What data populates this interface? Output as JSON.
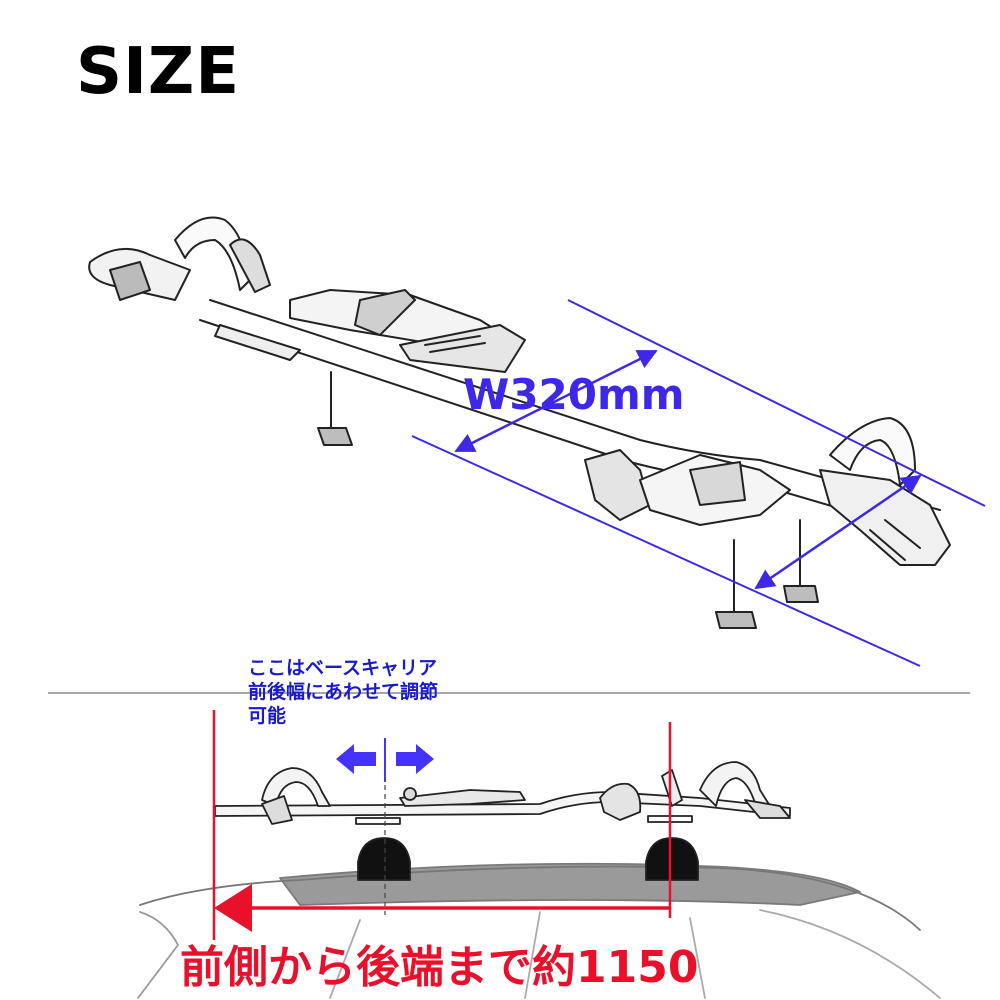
{
  "title": "SIZE",
  "width_label": "W320mm",
  "note": {
    "lines": [
      "ここはベースキャリア",
      "前後幅にあわせて調節",
      "可能"
    ]
  },
  "bottom_label": "前側から後端まで約1150",
  "colors": {
    "title": "#000000",
    "width_label": "#3c28e6",
    "dimension_lines": "#3c28e6",
    "note_text": "#1a1acc",
    "adjust_arrows": "#4433ff",
    "length_marker": "#e8102a",
    "bottom_label": "#e8102a",
    "divider": "#8a8a8a",
    "car_roof": "#9a9a9a",
    "outline": "#222222"
  },
  "icons": {
    "adjust_left": "arrow-left-icon",
    "adjust_right": "arrow-right-icon",
    "length_arrow": "arrow-left-icon"
  }
}
